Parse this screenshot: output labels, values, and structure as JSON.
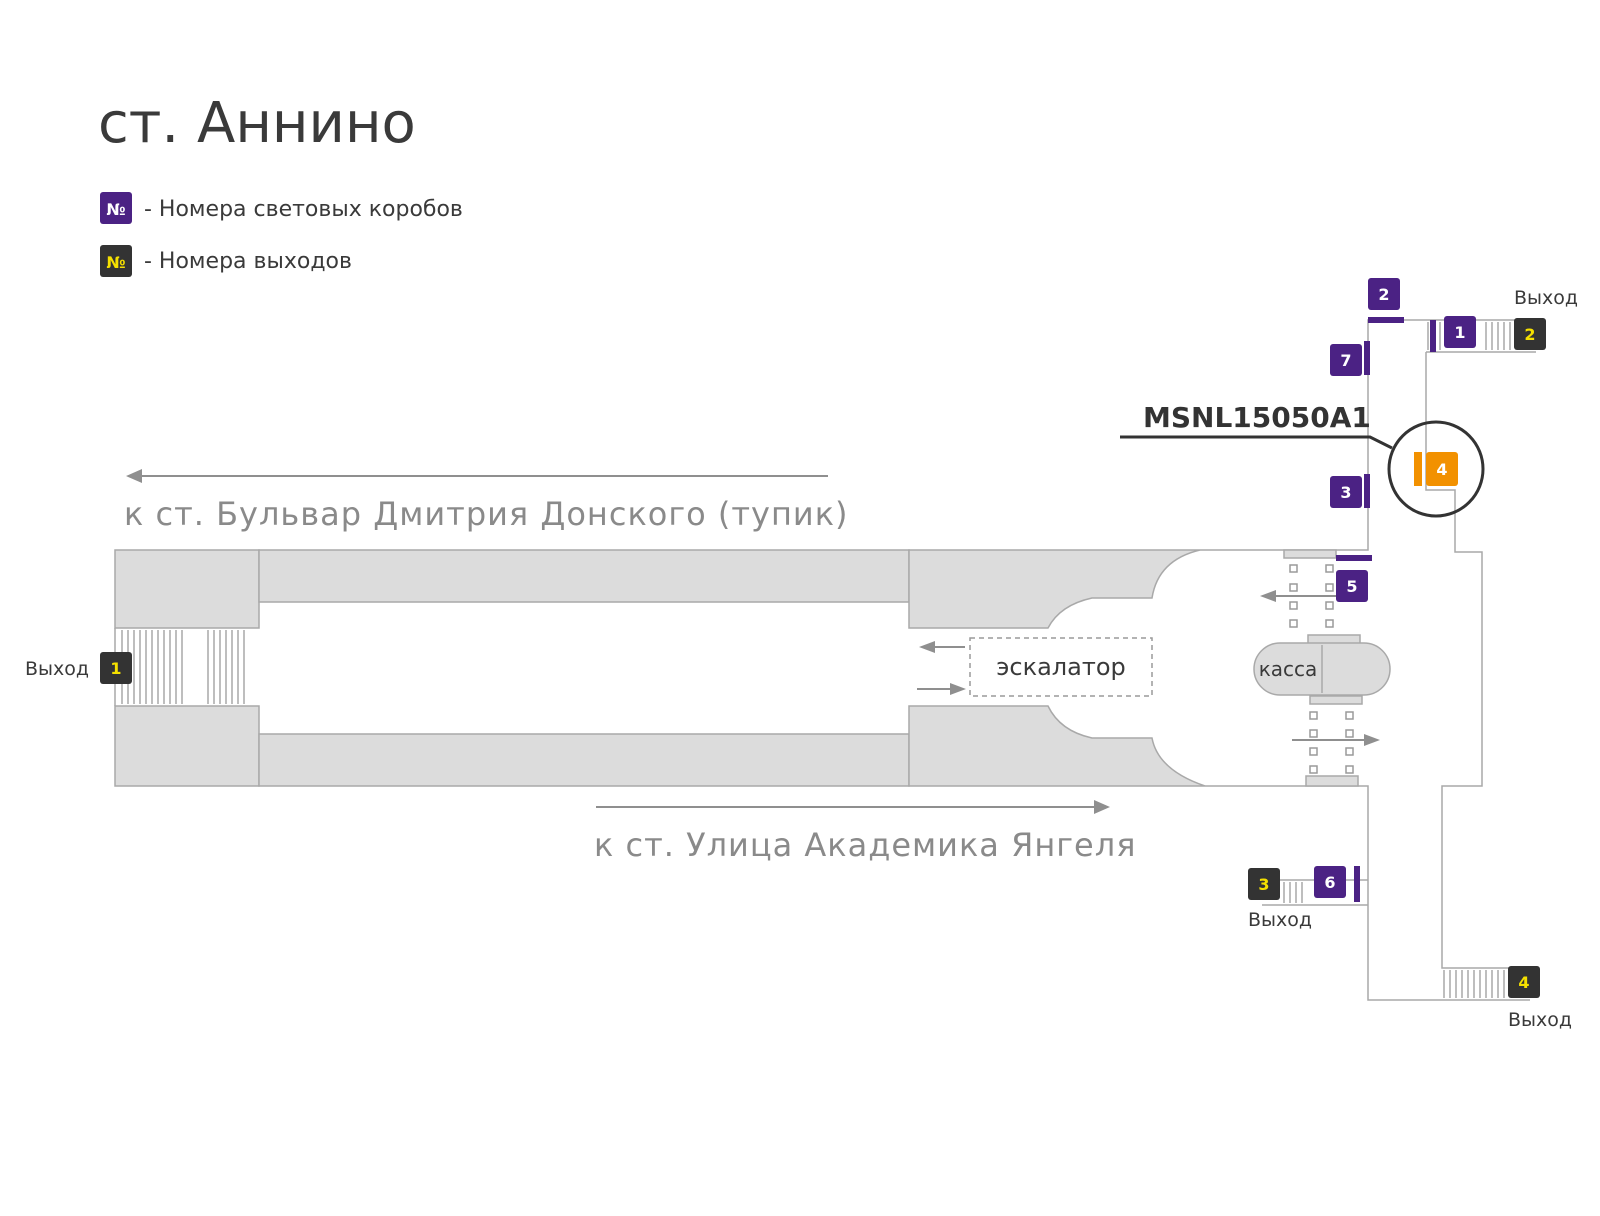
{
  "title": "ст. Аннино",
  "legend": [
    {
      "symbol": "№",
      "text": "- Номера световых коробов",
      "color": "#4b2284",
      "text_color": "#ffffff"
    },
    {
      "symbol": "№",
      "text": "- Номера выходов",
      "color": "#333333",
      "text_color": "#f5e000"
    }
  ],
  "directions": {
    "west": "к ст. Бульвар Дмитрия Донского (тупик)",
    "east": "к ст. Улица Академика Янгеля"
  },
  "labels": {
    "escalator": "эскалатор",
    "cashier": "касса",
    "highlight_code": "MSNL15050A1"
  },
  "exits": [
    {
      "number": "1",
      "label": "Выход"
    },
    {
      "number": "2",
      "label": "Выход"
    },
    {
      "number": "3",
      "label": "Выход"
    },
    {
      "number": "4",
      "label": "Выход"
    }
  ],
  "lightboxes": [
    "1",
    "2",
    "3",
    "5",
    "6",
    "7"
  ],
  "highlighted_lightbox": {
    "number": "4",
    "color": "#f29100"
  },
  "colors": {
    "lightbox": "#4b2284",
    "exit": "#333333",
    "exit_number": "#f5e000",
    "highlight": "#f29100",
    "hall": "#dcdcdc"
  }
}
